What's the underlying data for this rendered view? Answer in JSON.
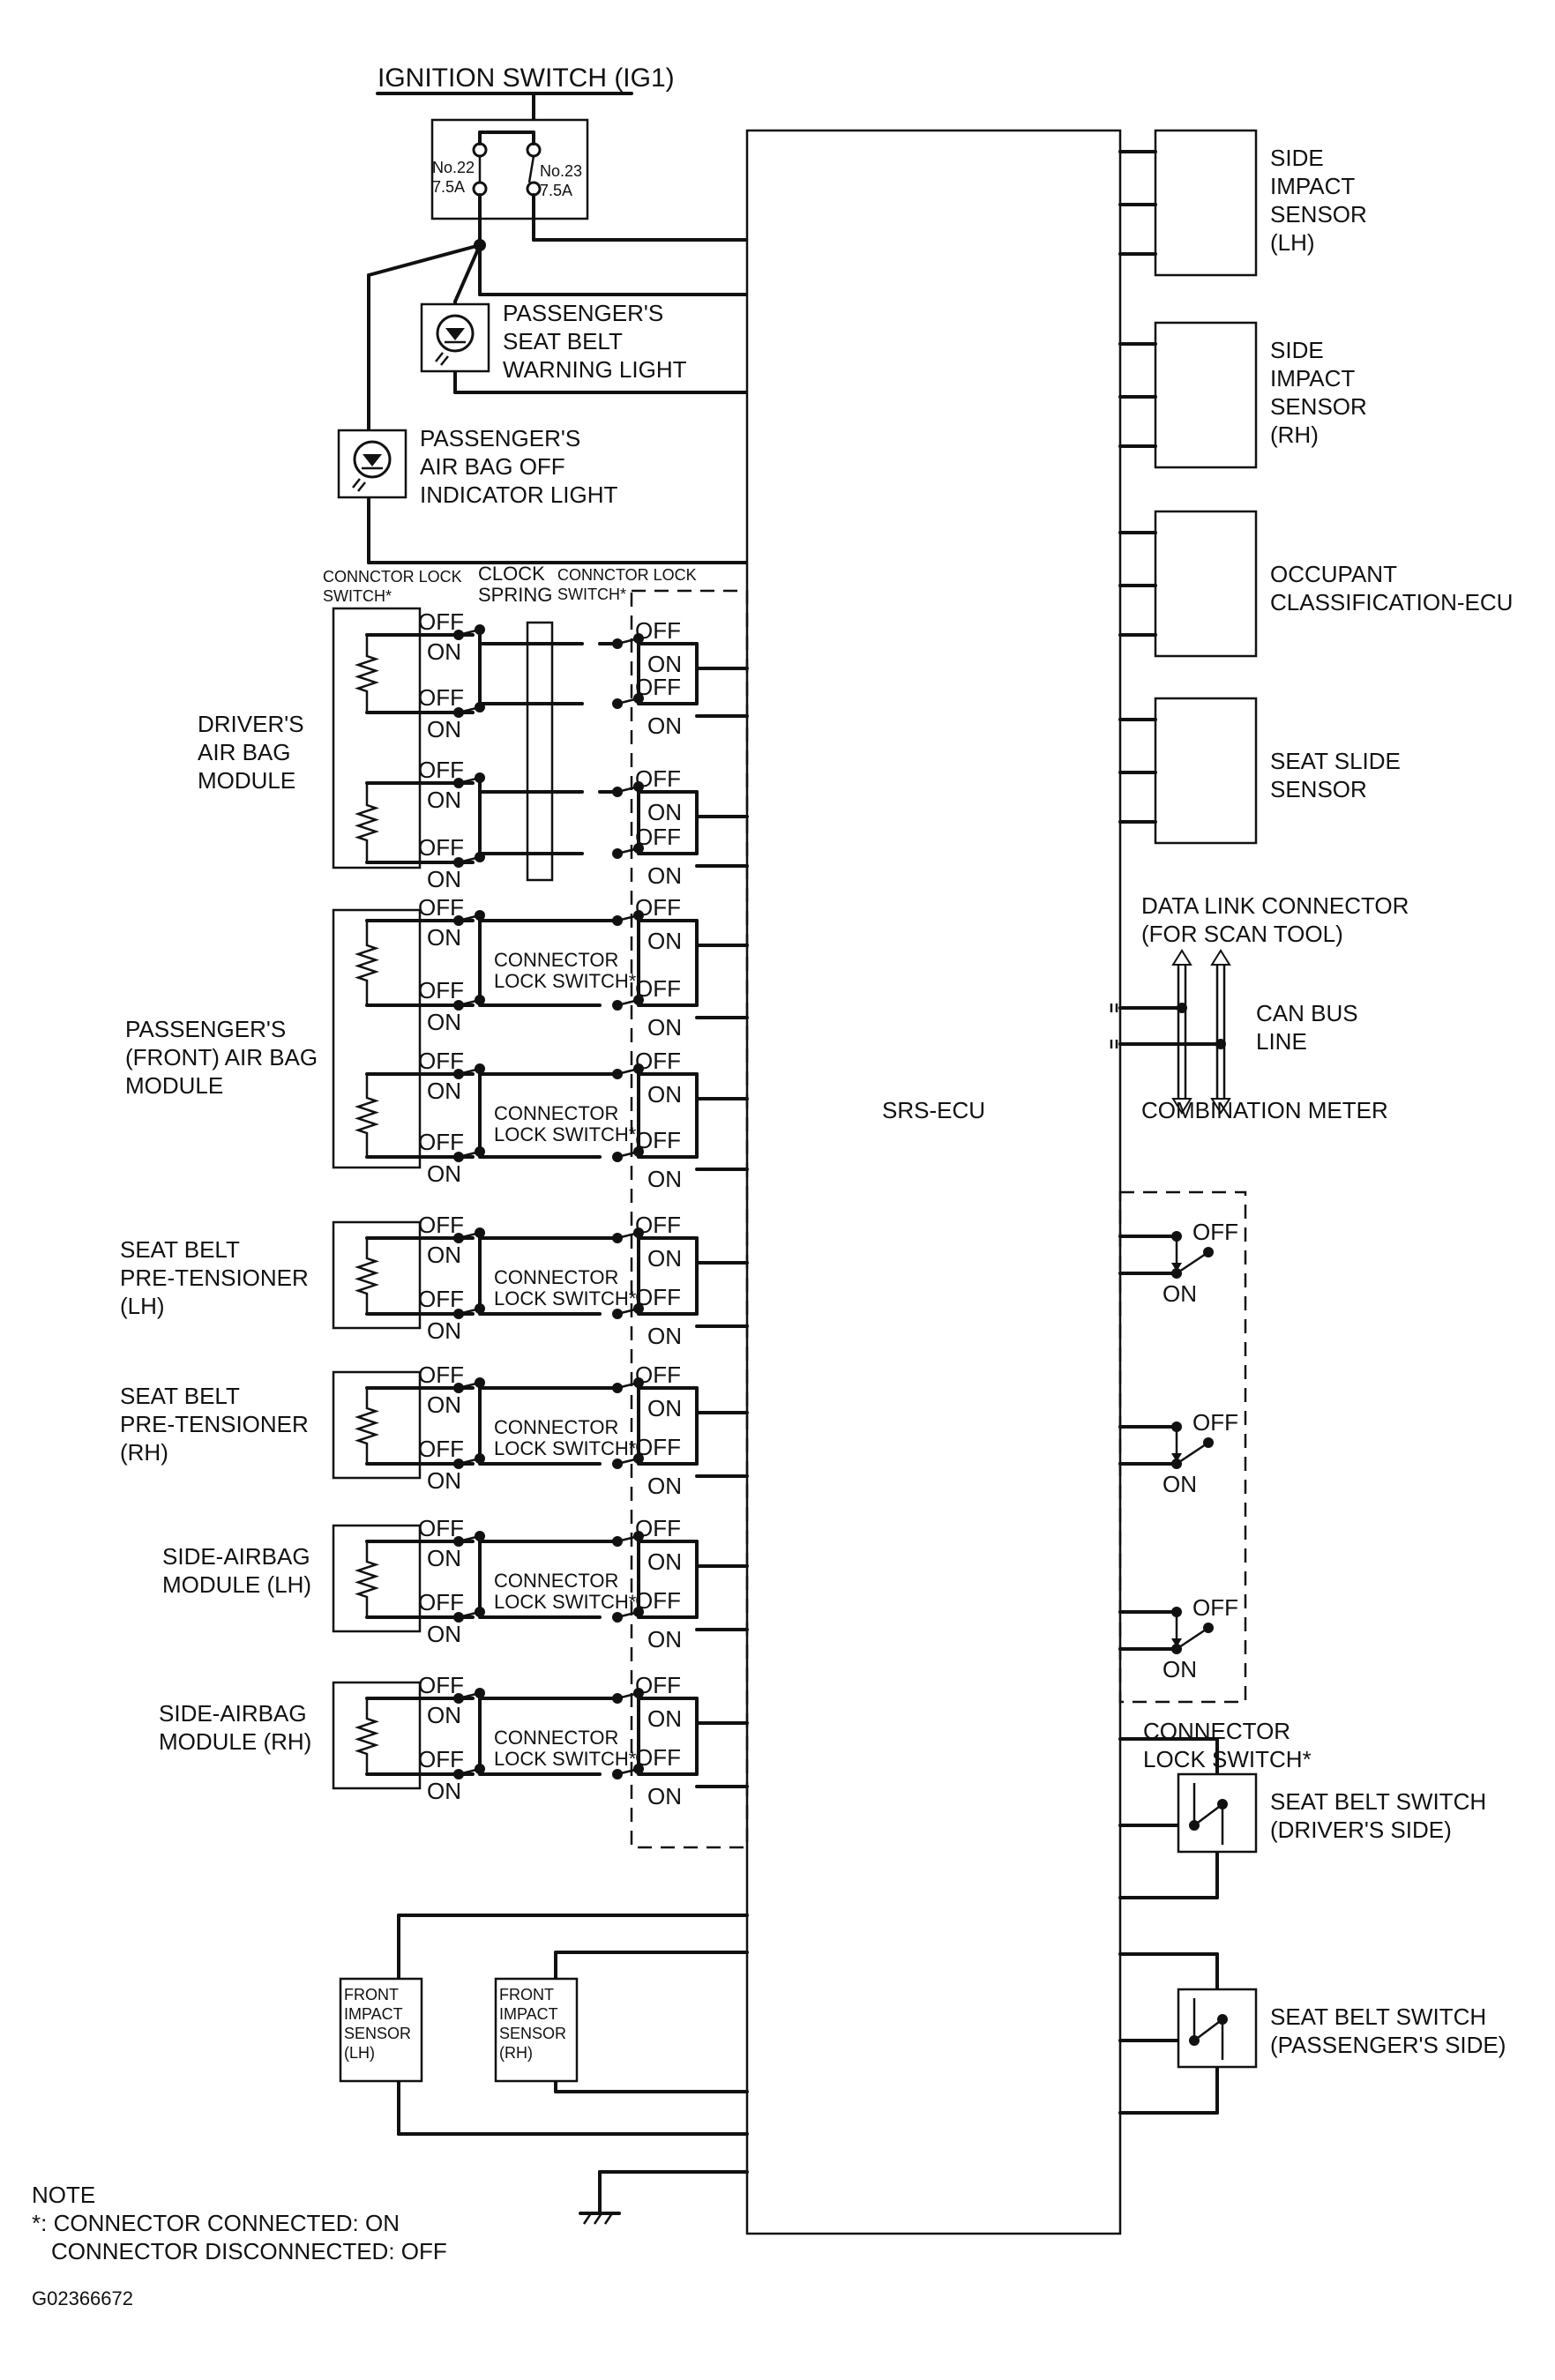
{
  "diagram": {
    "ignition": {
      "title": "IGNITION SWITCH (IG1)"
    },
    "fuses": [
      {
        "no": "No.22",
        "rating": "7.5A"
      },
      {
        "no": "No.23",
        "rating": "7.5A"
      }
    ],
    "indicators": {
      "seatbelt_light": [
        "PASSENGER'S",
        "SEAT BELT",
        "WARNING LIGHT"
      ],
      "airbag_off_light": [
        "PASSENGER'S",
        "AIR BAG OFF",
        "INDICATOR LIGHT"
      ]
    },
    "header_labels": {
      "connector_lock_left": [
        "CONNCTOR LOCK",
        "SWITCH*"
      ],
      "clock_spring": [
        "CLOCK",
        "SPRING"
      ],
      "connector_lock_right": [
        "CONNCTOR LOCK",
        "SWITCH*"
      ]
    },
    "modules": [
      {
        "name": [
          "DRIVER'S",
          "AIR BAG",
          "MODULE"
        ]
      },
      {
        "name": [
          "PASSENGER'S",
          "(FRONT) AIR BAG",
          "MODULE"
        ]
      },
      {
        "name": [
          "SEAT BELT",
          "PRE-TENSIONER",
          "(LH)"
        ]
      },
      {
        "name": [
          "SEAT BELT",
          "PRE-TENSIONER",
          "(RH)"
        ]
      },
      {
        "name": [
          "SIDE-AIRBAG",
          "MODULE (LH)"
        ]
      },
      {
        "name": [
          "SIDE-AIRBAG",
          "MODULE (RH)"
        ]
      }
    ],
    "switch_states": {
      "off": "OFF",
      "on": "ON"
    },
    "connector_lock_switch": [
      "CONNECTOR",
      "LOCK SWITCH*"
    ],
    "ecu_label": "SRS-ECU",
    "right_sensors": [
      {
        "name": [
          "SIDE",
          "IMPACT",
          "SENSOR",
          "(LH)"
        ]
      },
      {
        "name": [
          "SIDE",
          "IMPACT",
          "SENSOR",
          "(RH)"
        ]
      },
      {
        "name": [
          "OCCUPANT",
          "CLASSIFICATION-ECU"
        ]
      },
      {
        "name": [
          "SEAT SLIDE",
          "SENSOR"
        ]
      }
    ],
    "dlc": [
      "DATA LINK CONNECTOR",
      "(FOR SCAN TOOL)"
    ],
    "can": [
      "CAN BUS",
      "LINE"
    ],
    "combination_meter": "COMBINATION METER",
    "right_lock_switch": [
      "CONNECTOR",
      "LOCK SWITCH*"
    ],
    "seat_belt_switches": [
      {
        "name": [
          "SEAT BELT SWITCH",
          "(DRIVER'S SIDE)"
        ]
      },
      {
        "name": [
          "SEAT BELT SWITCH",
          "(PASSENGER'S SIDE)"
        ]
      }
    ],
    "front_impact_sensors": [
      {
        "name": [
          "FRONT",
          "IMPACT",
          "SENSOR",
          "(LH)"
        ]
      },
      {
        "name": [
          "FRONT",
          "IMPACT",
          "SENSOR",
          "(RH)"
        ]
      }
    ],
    "note": [
      "NOTE",
      "*: CONNECTOR CONNECTED: ON",
      "CONNECTOR DISCONNECTED: OFF"
    ],
    "figure_id": "G02366672"
  }
}
